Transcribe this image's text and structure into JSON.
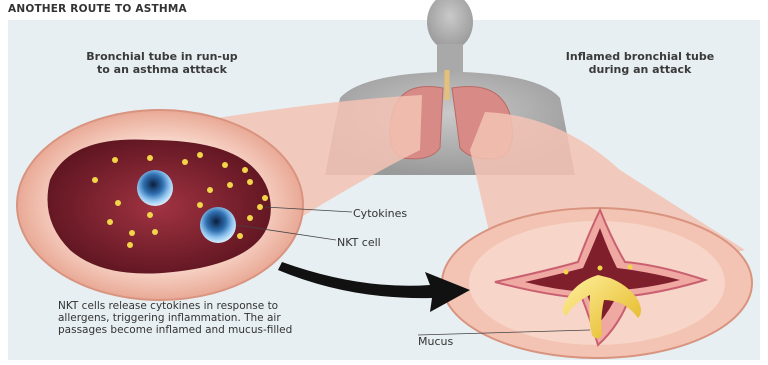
{
  "header": {
    "title": "ANOTHER ROUTE TO ASTHMA"
  },
  "subtitles": {
    "left": "Bronchial tube in run-up\nto an asthma atttack",
    "right": "Inflamed bronchial tube\nduring an attack"
  },
  "labels": {
    "cytokines": "Cytokines",
    "nkt_cell": "NKT cell",
    "mucus": "Mucus"
  },
  "caption": "NKT cells release cytokines in response to allergens, triggering inflammation. The air passages become inflamed and mucus-filled",
  "colors": {
    "panel_bg": "#e7eff2",
    "tube_wall": "#f4c6b5",
    "tube_inner": "#7e1f2b",
    "mucus": "#f2d64a",
    "nkt_cell": "#2f6fb0"
  }
}
